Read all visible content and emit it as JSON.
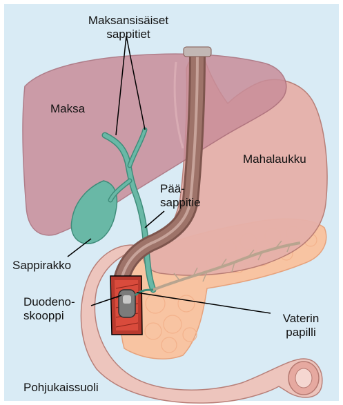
{
  "labels": {
    "intrahepatic_ducts": [
      "Maksansisäiset",
      "sappitiet"
    ],
    "liver": "Maksa",
    "stomach": "Mahalaukku",
    "common_bile_duct": [
      "Pää-",
      "sappitie"
    ],
    "gallbladder": "Sappirakko",
    "duodenoscope": [
      "Duodeno-",
      "skooppi"
    ],
    "papilla": [
      "Vaterin",
      "papilli"
    ],
    "duodenum": "Pohjukaissuoli"
  },
  "colors": {
    "background": "#d9ebf5",
    "frame": "#ffffff",
    "liver": "#c98e9a",
    "stomach": "#e6b1aa",
    "duodenum": "#efc3bb",
    "pancreas": "#f8c4a2",
    "bile": "#69b8a6",
    "scope": "#9e7369",
    "leader": "#000000"
  }
}
